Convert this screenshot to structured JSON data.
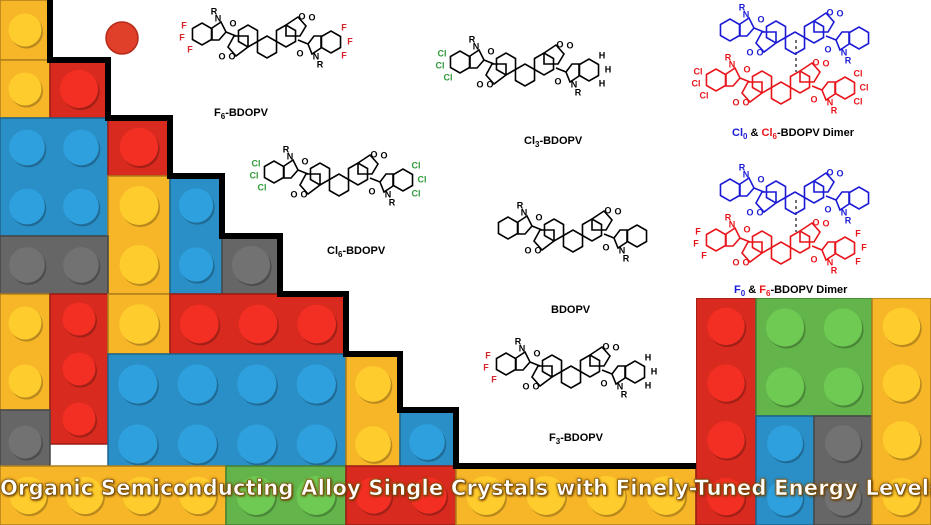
{
  "molecules": {
    "f6": {
      "prefix": "F",
      "sub": "6",
      "suffix": "-BDOPV"
    },
    "cl3": {
      "prefix": "Cl",
      "sub": "3",
      "suffix": "-BDOPV"
    },
    "cl6": {
      "prefix": "Cl",
      "sub": "6",
      "suffix": "-BDOPV"
    },
    "bdopv": {
      "prefix": "BDOPV",
      "sub": "",
      "suffix": ""
    },
    "f3": {
      "prefix": "F",
      "sub": "3",
      "suffix": "-BDOPV"
    }
  },
  "dimers": {
    "cl": {
      "a": "Cl",
      "a_sub": "0",
      "mid": " & ",
      "b": "Cl",
      "b_sub": "6",
      "suffix": "-BDOPV Dimer"
    },
    "f": {
      "a": "F",
      "a_sub": "0",
      "mid": " & ",
      "b": "F",
      "b_sub": "6",
      "suffix": "-BDOPV Dimer"
    }
  },
  "atoms": {
    "r": "R",
    "n": "N",
    "o": "O",
    "h": "H",
    "f": "F",
    "cl": "Cl"
  },
  "title": "Organic Semiconducting Alloy Single Crystals with Finely-Tuned Energy Levels",
  "colors": {
    "lego_orange": "#f7b628",
    "lego_red": "#d82a1e",
    "lego_blue": "#2a8fc6",
    "lego_gray": "#666666",
    "lego_green": "#63b44a",
    "halogen_f": "#d8232a",
    "halogen_cl": "#2e9a3a",
    "dimer_blue": "#1a1ad6",
    "dimer_red": "#e8141a"
  }
}
